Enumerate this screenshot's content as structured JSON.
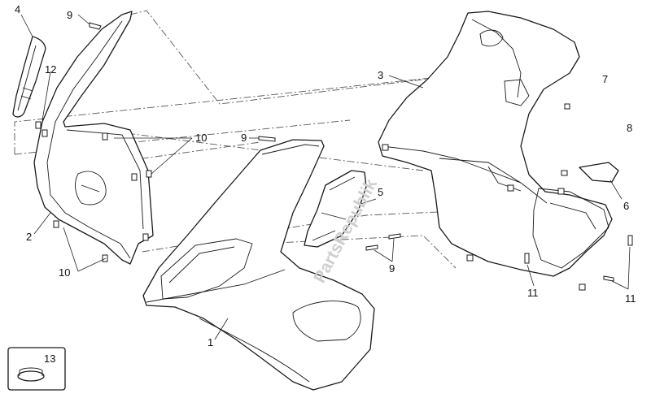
{
  "watermark": "PartsRepublik",
  "labels": {
    "l1": "1",
    "l2": "2",
    "l3": "3",
    "l4": "4",
    "l5": "5",
    "l6": "6",
    "l7": "7",
    "l8": "8",
    "l9a": "9",
    "l9b": "9",
    "l9c": "9",
    "l10a": "10",
    "l10b": "10",
    "l11a": "11",
    "l11b": "11",
    "l12": "12",
    "l13": "13"
  },
  "colors": {
    "line": "#1a1a1a",
    "dash": "#555555",
    "watermark": "#cfcfcf"
  }
}
